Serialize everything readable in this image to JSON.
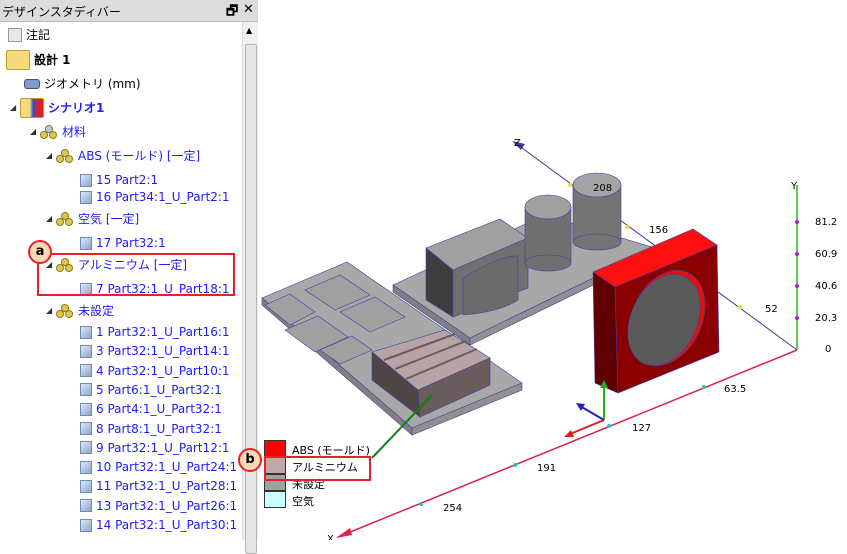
{
  "panel": {
    "title": "デザインスタディバー",
    "float_icon": "🗗",
    "close_icon": "✕"
  },
  "tree": {
    "notes": "注記",
    "design": "設計 1",
    "geometry": "ジオメトリ (mm)",
    "scenario": "シナリオ1",
    "materials": "材料",
    "groups": [
      {
        "label": "ABS (モールド) [一定]",
        "parts": [
          "15 Part2:1",
          "16 Part34:1_U_Part2:1"
        ]
      },
      {
        "label": "空気 [一定]",
        "parts": [
          "17 Part32:1"
        ]
      },
      {
        "label": "アルミニウム [一定]",
        "parts": [
          "7 Part32:1_U_Part18:1"
        ]
      },
      {
        "label": "未設定",
        "parts": [
          "1 Part32:1_U_Part16:1",
          "3 Part32:1_U_Part14:1",
          "4 Part32:1_U_Part10:1",
          "5 Part6:1_U_Part32:1",
          "6 Part4:1_U_Part32:1",
          "8 Part8:1_U_Part32:1",
          "9 Part32:1_U_Part12:1",
          "10 Part32:1_U_Part24:1",
          "11 Part32:1_U_Part28:1",
          "13 Part32:1_U_Part26:1",
          "14 Part32:1_U_Part30:1"
        ]
      }
    ]
  },
  "callouts": {
    "a": "a",
    "b": "b"
  },
  "legend": [
    {
      "label": "ABS (モールド)",
      "color": "#ff0000"
    },
    {
      "label": "アルミニウム",
      "color": "#c0a8a8"
    },
    {
      "label": "未設定",
      "color": "#a0a0a0"
    },
    {
      "label": "空気",
      "color": "#c8ffff"
    }
  ],
  "axes": {
    "y": {
      "label": "Y",
      "ticks": [
        "81.2",
        "60.9",
        "40.6",
        "20.3",
        "0"
      ]
    },
    "x": {
      "label": "X",
      "ticks": [
        "63.5",
        "127",
        "191",
        "254"
      ]
    },
    "z": {
      "label": "Z",
      "ticks": [
        "208",
        "156",
        "52"
      ]
    }
  }
}
